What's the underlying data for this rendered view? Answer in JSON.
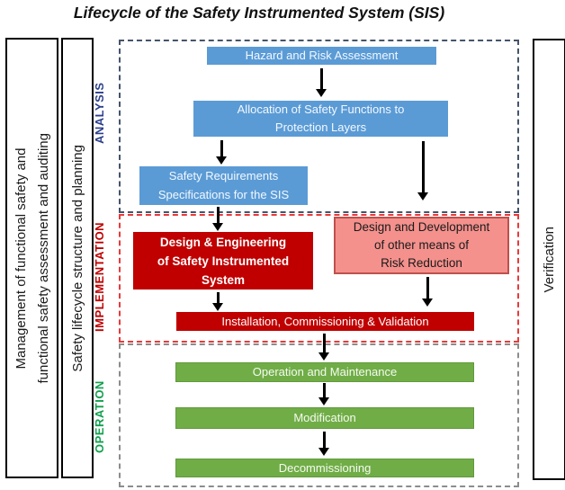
{
  "title": "Lifecycle of the Safety Instrumented System (SIS)",
  "side_panels": {
    "management": "Management of functional safety and\nfunctional safety assessment and auditing",
    "structure": "Safety lifecycle structure and planning",
    "verification": "Verification"
  },
  "sections": {
    "analysis": {
      "label": "ANALYSIS",
      "boxes": {
        "hazard": "Hazard and Risk Assessment",
        "allocation": "Allocation of Safety Functions to\nProtection Layers",
        "safety_requirements": "Safety Requirements\nSpecifications for the SIS"
      }
    },
    "implementation": {
      "label": "IMPLEMENTATION",
      "boxes": {
        "design_engineering": "Design & Engineering\nof Safety Instrumented\nSystem",
        "design_development": "Design and Development\nof other means of\nRisk Reduction",
        "installation": "Installation, Commissioning & Validation"
      }
    },
    "operation": {
      "label": "OPERATION",
      "boxes": {
        "operation_maintenance": "Operation and Maintenance",
        "modification": "Modification",
        "decommissioning": "Decommissioning"
      }
    }
  },
  "colors": {
    "blue_box": "#5B9BD5",
    "dark_red_box": "#C00000",
    "pink_box_fill": "#F4918D",
    "pink_box_border": "#C0504D",
    "green_box": "#70AD47",
    "analysis_label": "#2B3F8C",
    "implementation_label": "#C00000",
    "operation_label": "#11A14E",
    "analysis_border": "#44546A",
    "implementation_border": "#E83A3A",
    "operation_border": "#8C8C8C",
    "arrow": "#000000"
  }
}
